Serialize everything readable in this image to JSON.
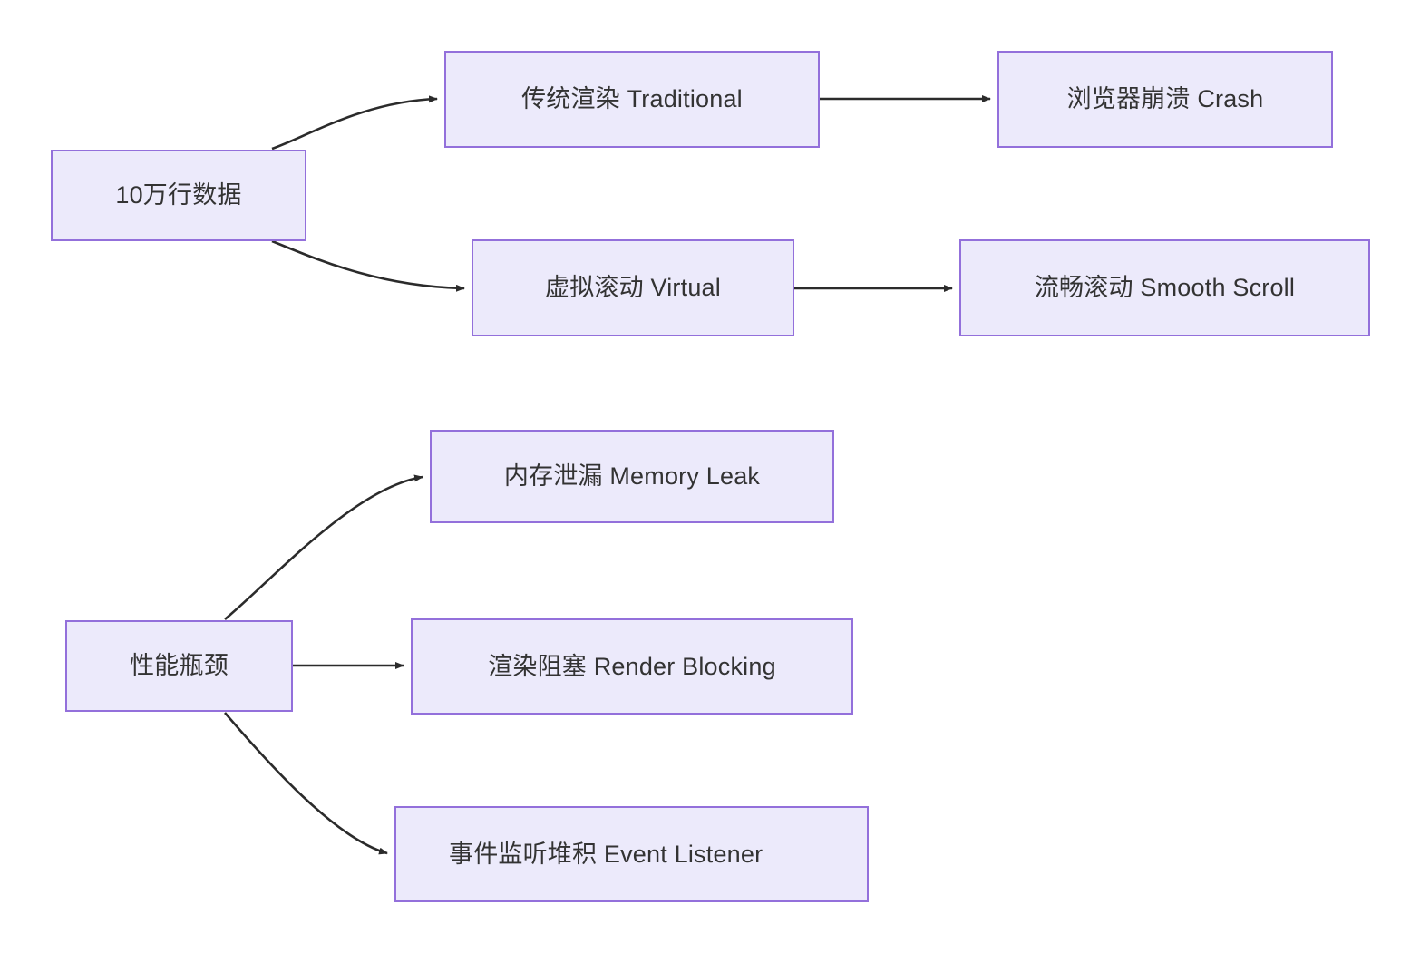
{
  "diagram": {
    "type": "flowchart",
    "direction": "left-to-right",
    "theme": {
      "node_fill": "#ECEAFB",
      "node_border": "#9370DB",
      "text_color": "#333333",
      "edge_color": "#333333",
      "background": "#FFFFFF"
    },
    "graphs": [
      {
        "id": "graph-top",
        "nodes": [
          {
            "id": "n1",
            "label": "10万行数据"
          },
          {
            "id": "n2",
            "label": "传统渲染 Traditional"
          },
          {
            "id": "n3",
            "label": "浏览器崩溃 Crash"
          },
          {
            "id": "n4",
            "label": "虚拟滚动 Virtual"
          },
          {
            "id": "n5",
            "label": "流畅滚动 Smooth Scroll"
          }
        ],
        "edges": [
          {
            "from": "n1",
            "to": "n2",
            "style": "curved"
          },
          {
            "from": "n2",
            "to": "n3",
            "style": "straight"
          },
          {
            "from": "n1",
            "to": "n4",
            "style": "curved"
          },
          {
            "from": "n4",
            "to": "n5",
            "style": "straight"
          }
        ]
      },
      {
        "id": "graph-bottom",
        "nodes": [
          {
            "id": "m1",
            "label": "性能瓶颈"
          },
          {
            "id": "m2",
            "label": "内存泄漏 Memory Leak"
          },
          {
            "id": "m3",
            "label": "渲染阻塞 Render Blocking"
          },
          {
            "id": "m4",
            "label": "事件监听堆积 Event Listener"
          }
        ],
        "edges": [
          {
            "from": "m1",
            "to": "m2",
            "style": "curved"
          },
          {
            "from": "m1",
            "to": "m3",
            "style": "straight"
          },
          {
            "from": "m1",
            "to": "m4",
            "style": "curved"
          }
        ]
      }
    ]
  }
}
